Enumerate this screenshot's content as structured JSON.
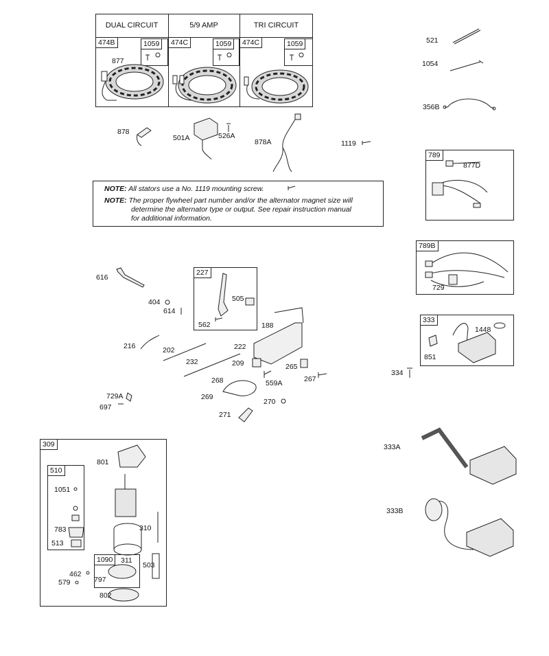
{
  "headers": [
    "DUAL CIRCUIT",
    "5/9 AMP",
    "TRI CIRCUIT"
  ],
  "stator_tags": [
    "474B",
    "474C",
    "474C"
  ],
  "screw_tags": [
    "1059",
    "1059",
    "1059"
  ],
  "note": {
    "label1": "NOTE:",
    "text1": "All stators use a No. 1119 mounting screw.",
    "label2": "NOTE:",
    "text2a": "The proper flywheel part number and/or the alternator magnet size will",
    "text2b": "determine the alternator type or output. See repair instruction manual",
    "text2c": "for additional information."
  },
  "parts": {
    "p877": "877",
    "p878": "878",
    "p501A": "501A",
    "p526A": "526A",
    "p878A": "878A",
    "p1119": "1119",
    "p521": "521",
    "p1054": "1054",
    "p356B": "356B",
    "p789": "789",
    "p877D": "877D",
    "p789B": "789B",
    "p729": "729",
    "p333": "333",
    "p1448": "1448",
    "p851": "851",
    "p334": "334",
    "p616": "616",
    "p404": "404",
    "p614": "614",
    "p227": "227",
    "p505": "505",
    "p562": "562",
    "p188": "188",
    "p216": "216",
    "p202": "202",
    "p222": "222",
    "p232": "232",
    "p209": "209",
    "p265": "265",
    "p268": "268",
    "p559A": "559A",
    "p267": "267",
    "p269": "269",
    "p270": "270",
    "p271": "271",
    "p729A": "729A",
    "p697": "697",
    "p333A": "333A",
    "p333B": "333B",
    "p309": "309",
    "p510": "510",
    "p801": "801",
    "p1051": "1051",
    "p783": "783",
    "p513": "513",
    "p310": "310",
    "p1090": "1090",
    "p311": "311",
    "p503": "503",
    "p462": "462",
    "p797": "797",
    "p579": "579",
    "p802": "802"
  }
}
